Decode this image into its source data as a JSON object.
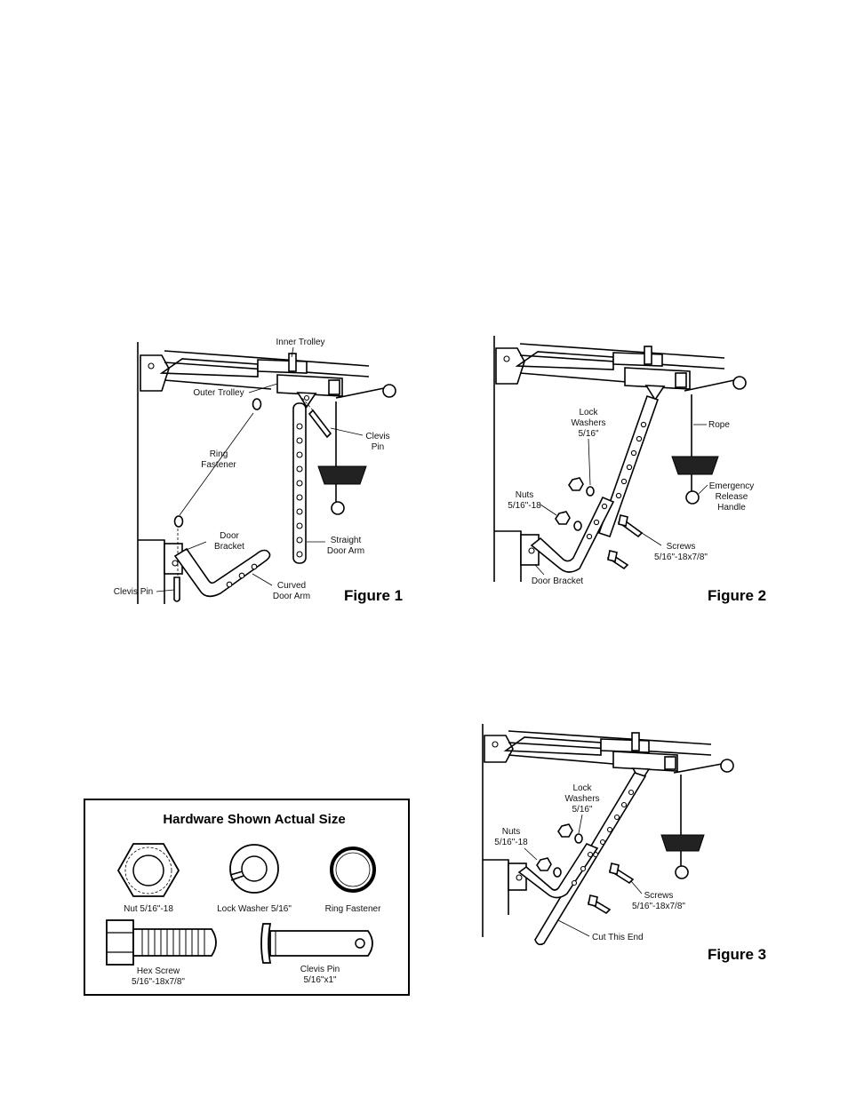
{
  "figure1": {
    "title": "Figure 1",
    "labels": {
      "inner_trolley": "Inner Trolley",
      "outer_trolley": "Outer Trolley",
      "clevis_pin_1": "Clevis",
      "clevis_pin_2": "Pin",
      "ring_fastener_1": "Ring",
      "ring_fastener_2": "Fastener",
      "door_bracket_1": "Door",
      "door_bracket_2": "Bracket",
      "straight_arm_1": "Straight",
      "straight_arm_2": "Door Arm",
      "curved_arm_1": "Curved",
      "curved_arm_2": "Door Arm",
      "clevis_pin_bottom": "Clevis Pin"
    }
  },
  "figure2": {
    "title": "Figure 2",
    "labels": {
      "lock_washers_1": "Lock",
      "lock_washers_2": "Washers",
      "lock_washers_3": "5/16\"",
      "rope": "Rope",
      "nuts_1": "Nuts",
      "nuts_2": "5/16\"-18",
      "emergency_1": "Emergency",
      "emergency_2": "Release",
      "emergency_3": "Handle",
      "screws_1": "Screws",
      "screws_2": "5/16\"-18x7/8\"",
      "door_bracket": "Door Bracket"
    }
  },
  "figure3": {
    "title": "Figure 3",
    "labels": {
      "lock_washers_1": "Lock",
      "lock_washers_2": "Washers",
      "lock_washers_3": "5/16\"",
      "nuts_1": "Nuts",
      "nuts_2": "5/16\"-18",
      "screws_1": "Screws",
      "screws_2": "5/16\"-18x7/8\"",
      "cut_this_end": "Cut This End"
    }
  },
  "hardware": {
    "title": "Hardware Shown Actual Size",
    "nut": "Nut 5/16\"-18",
    "lock_washer": "Lock Washer 5/16\"",
    "ring_fastener": "Ring Fastener",
    "hex_screw_1": "Hex Screw",
    "hex_screw_2": "5/16\"-18x7/8\"",
    "clevis_pin_1": "Clevis Pin",
    "clevis_pin_2": "5/16\"x1\""
  }
}
